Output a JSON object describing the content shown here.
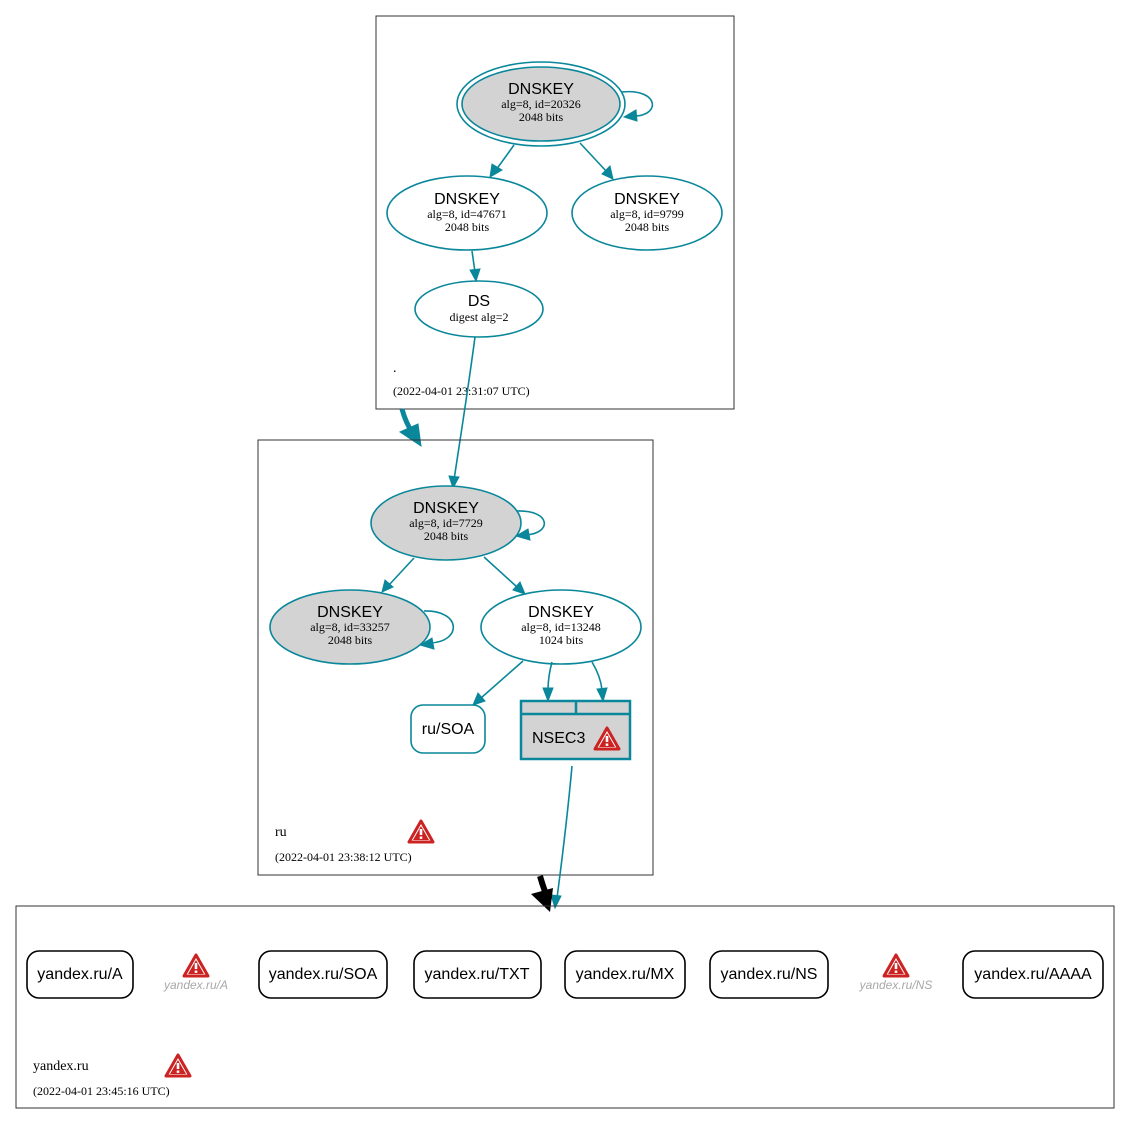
{
  "colors": {
    "edge": "#0a879a",
    "key_fill": "#d3d3d3",
    "warning": "#cc2222",
    "ghost_text": "#a8a8a8"
  },
  "zones": {
    "root": {
      "name": ".",
      "timestamp": "(2022-04-01 23:31:07 UTC)"
    },
    "ru": {
      "name": "ru",
      "timestamp": "(2022-04-01 23:38:12 UTC)"
    },
    "yandex": {
      "name": "yandex.ru",
      "timestamp": "(2022-04-01 23:45:16 UTC)"
    }
  },
  "nodes": {
    "root_ksk": {
      "title": "DNSKEY",
      "line1": "alg=8, id=20326",
      "line2": "2048 bits"
    },
    "root_zsk1": {
      "title": "DNSKEY",
      "line1": "alg=8, id=47671",
      "line2": "2048 bits"
    },
    "root_zsk2": {
      "title": "DNSKEY",
      "line1": "alg=8, id=9799",
      "line2": "2048 bits"
    },
    "ru_ds": {
      "title": "DS",
      "line1": "digest alg=2"
    },
    "ru_ksk": {
      "title": "DNSKEY",
      "line1": "alg=8, id=7729",
      "line2": "2048 bits"
    },
    "ru_ksk2": {
      "title": "DNSKEY",
      "line1": "alg=8, id=33257",
      "line2": "2048 bits"
    },
    "ru_zsk": {
      "title": "DNSKEY",
      "line1": "alg=8, id=13248",
      "line2": "1024 bits"
    },
    "ru_soa": {
      "title": "ru/SOA"
    },
    "ru_nsec3": {
      "title": "NSEC3"
    }
  },
  "records": {
    "a": "yandex.ru/A",
    "a_ghost": "yandex.ru/A",
    "soa": "yandex.ru/SOA",
    "txt": "yandex.ru/TXT",
    "mx": "yandex.ru/MX",
    "ns": "yandex.ru/NS",
    "ns_ghost": "yandex.ru/NS",
    "aaaa": "yandex.ru/AAAA"
  },
  "icons": {
    "warning": "warning-triangle-icon"
  }
}
